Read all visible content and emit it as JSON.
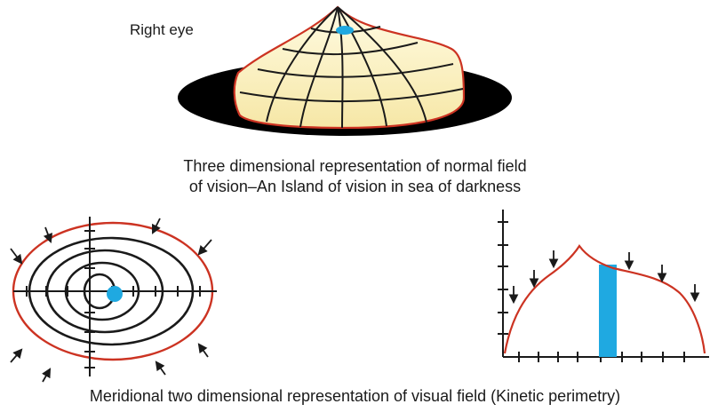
{
  "labels": {
    "right_eye": "Right eye",
    "caption_top_line1": "Three dimensional representation of normal field",
    "caption_top_line2": "of vision–An Island of vision in sea of darkness",
    "caption_bottom": "Meridional two dimensional representation of visual field (Kinetic perimetry)"
  },
  "colors": {
    "outline": "#cc3322",
    "blind_spot": "#1fa9e1",
    "island_fill_top": "#fffbe2",
    "island_fill_bottom": "#f6e7a6",
    "darkness": "#000000",
    "ink": "#1a1a1a"
  }
}
